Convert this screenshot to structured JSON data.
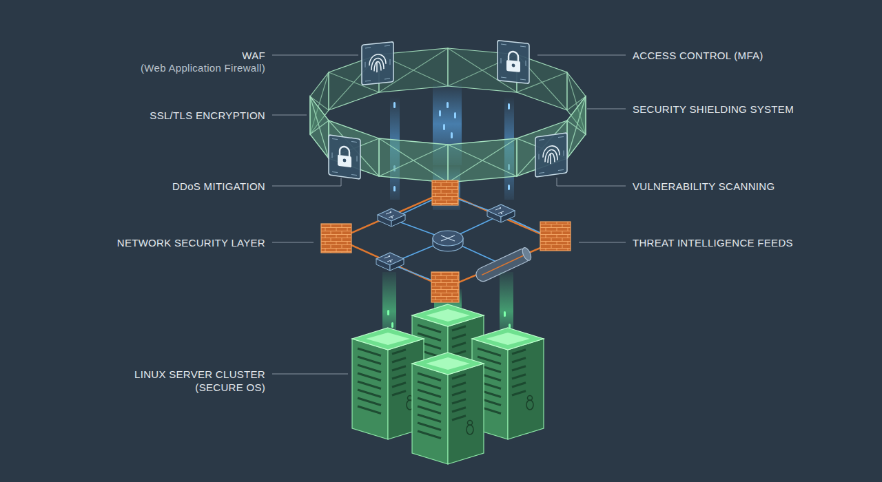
{
  "diagram": {
    "labels": [
      "WAF",
      "(Web Application Firewall)",
      "ACCESS CONTROL (MFA)",
      "SSL/TLS ENCRYPTION",
      "SECURITY SHIELDING SYSTEM",
      "DDoS MITIGATION",
      "VULNERABILITY SCANNING",
      "NETWORK SECURITY LAYER",
      "THREAT INTELLIGENCE FEEDS",
      "LINUX SERVER CLUSTER (SECURE OS)"
    ]
  }
}
